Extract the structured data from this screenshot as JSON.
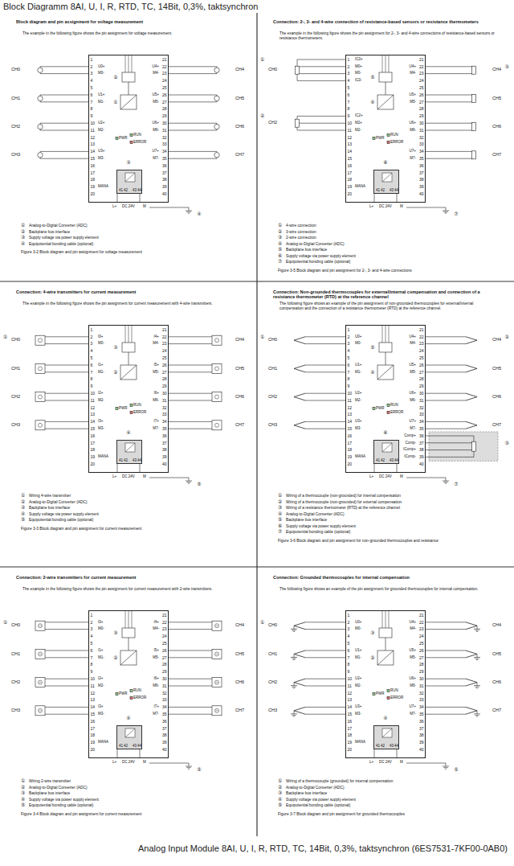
{
  "diagram": {
    "title": "Block Diagramm 8AI, U, I, R, RTD, TC, 14Bit, 0,3%, taktsynchron",
    "caption": "Analog Input Module 8AI, U, I, R, RTD, TC, 14Bit, 0,3%, taktsynchron (6ES7531-7KF00-0AB0)",
    "nodes": [
      {
        "text": [
          "1",
          "2",
          "3",
          "4",
          "5",
          "6",
          "7",
          "8",
          "9",
          "10",
          "11",
          "12",
          "13",
          "14",
          "15",
          "16",
          "17",
          "18",
          "19",
          "20",
          "21",
          "22",
          "23",
          "24",
          "25",
          "26",
          "27",
          "28",
          "29",
          "30",
          "31",
          "32",
          "33",
          "34",
          "35",
          "36",
          "37",
          "38",
          "39",
          "40"
        ]
      },
      {
        "text": [
          "41",
          "42",
          "43",
          "44"
        ],
        "in": 0
      },
      {
        "text": [
          "1",
          "2",
          "3",
          "4",
          "5",
          "6",
          "7",
          "8",
          "9",
          "10",
          "11",
          "12",
          "13",
          "14",
          "15",
          "16",
          "17",
          "18",
          "19",
          "20",
          "21",
          "22",
          "23",
          "24",
          "25",
          "26",
          "27",
          "28",
          "29",
          "30",
          "31",
          "32",
          "33",
          "34",
          "35",
          "36",
          "37",
          "38",
          "39",
          "40"
        ]
      },
      {
        "text": [
          "41",
          "42",
          "43",
          "44"
        ],
        "in": 2
      },
      {
        "text": [
          "1",
          "2",
          "3",
          "4",
          "5",
          "6",
          "7",
          "8",
          "9",
          "10",
          "11",
          "12",
          "13",
          "14",
          "15",
          "16",
          "17",
          "18",
          "19",
          "20",
          "21",
          "22",
          "23",
          "24",
          "25",
          "26",
          "27",
          "28",
          "29",
          "30",
          "31",
          "32",
          "33",
          "34",
          "35",
          "36",
          "37",
          "38",
          "39",
          "40"
        ]
      },
      {
        "text": [
          "41",
          "42",
          "43",
          "44"
        ],
        "in": 4
      },
      {
        "text": [
          "1",
          "2",
          "3",
          "4",
          "5",
          "6",
          "7",
          "8",
          "9",
          "10",
          "11",
          "12",
          "13",
          "14",
          "15",
          "16",
          "17",
          "18",
          "19",
          "20",
          "21",
          "22",
          "23",
          "24",
          "25",
          "26",
          "27",
          "28",
          "29",
          "30",
          "31",
          "32",
          "33",
          "34",
          "35",
          "36",
          "37",
          "38",
          "39",
          "40"
        ]
      },
      {
        "text": [
          "41",
          "42",
          "43",
          "44"
        ],
        "in": 6
      },
      {
        "text": [
          "1",
          "2",
          "3",
          "4",
          "5",
          "6",
          "7",
          "8",
          "9",
          "10",
          "11",
          "12",
          "13",
          "14",
          "15",
          "16",
          "17",
          "18",
          "19",
          "20",
          "21",
          "22",
          "23",
          "24",
          "25",
          "26",
          "27",
          "28",
          "29",
          "30",
          "31",
          "32",
          "33",
          "34",
          "35",
          "36",
          "37",
          "38",
          "39",
          "40"
        ]
      },
      {
        "text": [
          "41",
          "42",
          "43",
          "44"
        ],
        "in": 8
      },
      {
        "text": [
          "1",
          "2",
          "3",
          "4",
          "5",
          "6",
          "7",
          "8",
          "9",
          "10",
          "11",
          "12",
          "13",
          "14",
          "15",
          "16",
          "17",
          "18",
          "19",
          "20",
          "21",
          "22",
          "23",
          "24",
          "25",
          "26",
          "27",
          "28",
          "29",
          "30",
          "31",
          "32",
          "33",
          "34",
          "35",
          "36",
          "37",
          "38",
          "39",
          "40"
        ]
      },
      {
        "text": [
          "41",
          "42",
          "43",
          "44"
        ],
        "in": 10
      }
    ],
    "labels": [
      "Block diagram and pin assignment for voltage measurement",
      "The example in the following figure shows the pin assignment for voltage measurement.",
      "CH0",
      "CH1",
      "CH2",
      "CH3",
      "CH4",
      "CH5",
      "CH6",
      "CH7",
      "U0+",
      "M0-",
      "U1+",
      "M1-",
      "U2+",
      "M2-",
      "U3+",
      "M3-",
      "U4+",
      "M4-",
      "U5+",
      "M5-",
      "U6+",
      "M6-",
      "U7+",
      "M7-",
      "MANA",
      "RUN",
      "ERROR",
      "PWR",
      "L+",
      "DC 24V",
      "M",
      "①",
      "②",
      "③",
      "④",
      "①",
      "Analog-to-Digital Converter (ADC)",
      "②",
      "Backplane bus interface",
      "③",
      "Supply voltage via power supply element",
      "④",
      "Equipotential bonding cable (optional)",
      "Figure 3-2 Block diagram and pin assignment for voltage measurement",
      "Connection: 2-, 3- and 4-wire connection of resistance-based sensors or resistance thermometers",
      "The example in the following figure shows the pin assignment for 2-, 3- and 4-wire connections of resistance-based sensors or resistance thermometers.",
      "CH0",
      "CH2",
      "CH4",
      "CH5",
      "CH6",
      "CH7",
      "IC0+",
      "M0+",
      "M0-",
      "IC0-",
      "IC2+",
      "M2+",
      "M2-",
      "U4+",
      "M4-",
      "U5+",
      "M5-",
      "U6+",
      "M6-",
      "U7+",
      "M7-",
      "MANA",
      "RUN",
      "ERROR",
      "PWR",
      "L+",
      "DC 24V",
      "M",
      "①",
      "②",
      "③",
      "④",
      "⑤",
      "⑥",
      "⑦",
      "①",
      "4-wire connection",
      "②",
      "3-wire connection",
      "③",
      "2-wire connection",
      "④",
      "Analog-to-Digital Converter (ADC)",
      "⑤",
      "Backplane bus interface",
      "⑥",
      "Supply voltage via power supply element",
      "⑦",
      "Equipotential bonding cable (optional)",
      "Figure 3-5 Block diagram and pin assignment for 2-, 3- and 4-wire connections",
      "Connection: 4-wire transmitters for current measurement",
      "The example in the following figure shows the pin assignment for current measurement with 4-wire transmitters.",
      "CH0",
      "CH1",
      "CH2",
      "CH3",
      "CH4",
      "CH5",
      "CH6",
      "CH7",
      "I0+",
      "M0-",
      "I1+",
      "M1-",
      "I2+",
      "M2-",
      "I3+",
      "M3-",
      "I4+",
      "M4-",
      "I5+",
      "M5-",
      "I6+",
      "M6-",
      "I7+",
      "M7-",
      "MANA",
      "RUN",
      "ERROR",
      "PWR",
      "L+",
      "DC 24V",
      "M",
      "①",
      "②",
      "③",
      "④",
      "⑤",
      "①",
      "Wiring 4-wire transmitter",
      "②",
      "Analog-to-Digital Converter (ADC)",
      "③",
      "Backplane bus interface",
      "④",
      "Supply voltage via power supply element",
      "⑤",
      "Equipotential bonding cable (optional)",
      "Figure 3-3 Block diagram and pin assignment for current measurement",
      "Connection: Non-grounded thermocouples for external/internal compensation and connection of a resistance thermometer (RTD) at the reference channel",
      "The following figure shows an example of the pin assignment of non-grounded thermocouples for external/internal compensation and the connection of a resistance thermometer (RTD) at the reference channel.",
      "CH0",
      "CH1",
      "CH2",
      "CH3",
      "CH4",
      "CH5",
      "CH6",
      "CH7",
      "U0+",
      "M0-",
      "U1+",
      "M1-",
      "U2+",
      "M2-",
      "U3+",
      "M3-",
      "U4+",
      "M4-",
      "U5+",
      "M5-",
      "U6+",
      "M6-",
      "U7+",
      "M7-",
      "MANA",
      "Comp+",
      "Comp-",
      "IComp+",
      "IComp-",
      "RUN",
      "ERROR",
      "PWR",
      "L+",
      "DC 24V",
      "M",
      "①",
      "②",
      "③",
      "④",
      "⑤",
      "⑥",
      "⑦",
      "①",
      "Wiring of a thermocouple (non-grounded) for internal compensation",
      "②",
      "Wiring of a thermocouple (non-grounded) for external compensation",
      "③",
      "Wiring of a resistance thermometer (RTD) at the reference channel",
      "④",
      "Analog-to-Digital Converter (ADC)",
      "⑤",
      "Backplane bus interface",
      "⑥",
      "Supply voltage via power supply element",
      "⑦",
      "Equipotential bonding cable (optional)",
      "Figure 3-6 Block diagram and pin assignment for non-grounded thermocouples and resistance",
      "Connection: 2-wire transmitters for current measurement",
      "The example in the following figure shows the pin assignment for current measurement with 2-wire transmitters.",
      "CH0",
      "CH1",
      "CH2",
      "CH3",
      "CH4",
      "CH5",
      "CH6",
      "CH7",
      "I0+",
      "M0-",
      "I1+",
      "M1-",
      "I2+",
      "M2-",
      "I3+",
      "M3-",
      "I4+",
      "M4-",
      "I5+",
      "M5-",
      "I6+",
      "M6-",
      "I7+",
      "M7-",
      "MANA",
      "RUN",
      "ERROR",
      "PWR",
      "L+",
      "DC 24V",
      "M",
      "①",
      "②",
      "③",
      "④",
      "⑤",
      "①",
      "Wiring 2-wire transmitter",
      "②",
      "Analog-to-Digital Converter (ADC)",
      "③",
      "Backplane bus interface",
      "④",
      "Supply voltage via power supply element",
      "⑤",
      "Equipotential bonding cable (optional)",
      "Figure 3-4 Block diagram and pin assignment for current measurement",
      "Connection: Grounded thermocouples for internal compensation",
      "The following figure shows an example of the pin assignment for grounded thermocouples for internal compensation.",
      "CH0",
      "CH1",
      "CH2",
      "CH3",
      "CH4",
      "CH5",
      "CH6",
      "CH7",
      "U0+",
      "M0-",
      "U1+",
      "M1-",
      "U2+",
      "M2-",
      "U3+",
      "M3-",
      "U4+",
      "M4-",
      "U5+",
      "M5-",
      "U6+",
      "M6-",
      "U7+",
      "M7-",
      "MANA",
      "RUN",
      "ERROR",
      "PWR",
      "L+",
      "DC 24V",
      "M",
      "①",
      "②",
      "③",
      "④",
      "⑤",
      "①",
      "Wiring of a thermocouple (grounded) for internal compensation",
      "②",
      "Analog-to-Digital Converter (ADC)",
      "③",
      "Backplane bus interface",
      "④",
      "Supply voltage via power supply element",
      "⑤",
      "Equipotential bonding cable (optional)",
      "Figure 3-7 Block diagram and pin assignment for grounded thermocouples"
    ]
  }
}
